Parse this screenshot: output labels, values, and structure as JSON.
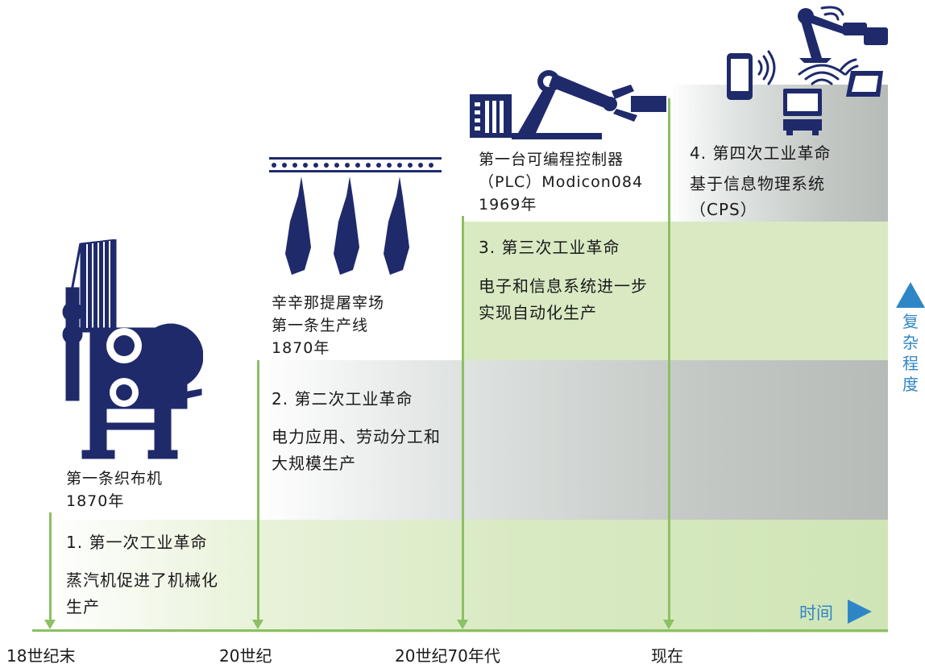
{
  "timeline": {
    "ticks": [
      "18世纪末",
      "20世纪",
      "20世纪70年代",
      "现在"
    ],
    "time_axis_label": "时间",
    "complexity_axis_label": [
      "复",
      "杂",
      "程",
      "度"
    ]
  },
  "stages": [
    {
      "title": "1. 第一次工业革命",
      "description": "蒸汽机促进了机械化生产",
      "example_lines": [
        "第一条织布机",
        "1870年"
      ],
      "icon": "loom-icon"
    },
    {
      "title": "2. 第二次工业革命",
      "description": "电力应用、劳动分工和大规模生产",
      "example_lines": [
        "辛辛那提屠宰场",
        "第一条生产线",
        "1870年"
      ],
      "icon": "conveyor-icon"
    },
    {
      "title": "3. 第三次工业革命",
      "description": "电子和信息系统进一步实现自动化生产",
      "example_lines": [
        "第一台可编程控制器",
        "（PLC）Modicon084",
        "1969年"
      ],
      "icon": "robot-arm-icon"
    },
    {
      "title": "4. 第四次工业革命",
      "description_lines": [
        "基于信息物理系统",
        "（CPS）"
      ],
      "icon": "connected-devices-icon"
    }
  ],
  "colors": {
    "navy": "#1f2a6b",
    "green_line": "#8cc063",
    "green_band": "#d9eac3",
    "gray_band": "#c3c8c5",
    "accent_blue": "#2f86c6"
  }
}
